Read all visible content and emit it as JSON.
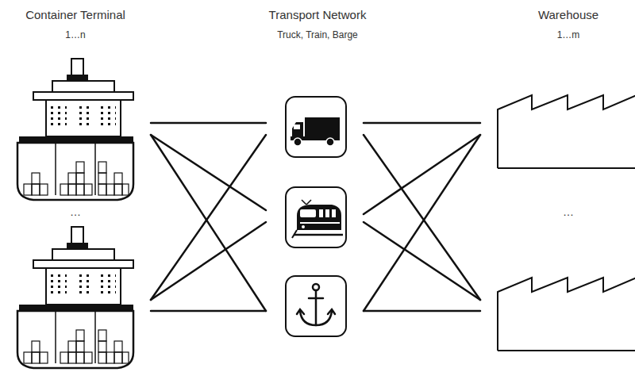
{
  "diagram": {
    "labels": [
      "Container Terminal",
      "1…n",
      "Transport Network",
      "Truck, Train, Barge",
      "Warehouse",
      "1…m",
      "…",
      "…"
    ]
  }
}
